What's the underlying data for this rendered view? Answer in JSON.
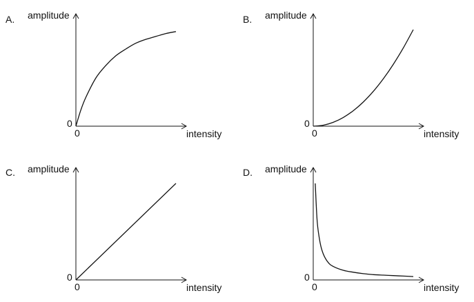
{
  "chart_data": [
    {
      "option": "A.",
      "type": "line",
      "ylabel": "amplitude",
      "xlabel": "intensity",
      "origin_x_label": "0",
      "origin_y_label": "0",
      "curve": "concave-increasing",
      "series": [
        {
          "x": [
            0,
            0.05,
            0.1,
            0.2,
            0.3,
            0.4,
            0.5,
            0.6,
            0.7,
            0.8,
            0.9,
            1.0
          ],
          "y": [
            0,
            0.17,
            0.3,
            0.5,
            0.63,
            0.73,
            0.8,
            0.86,
            0.9,
            0.93,
            0.96,
            0.98
          ]
        }
      ],
      "xlim": [
        0,
        1.1
      ],
      "ylim": [
        0,
        1.15
      ]
    },
    {
      "option": "B.",
      "type": "line",
      "ylabel": "amplitude",
      "xlabel": "intensity",
      "origin_x_label": "0",
      "origin_y_label": "0",
      "curve": "convex-increasing",
      "series": [
        {
          "x": [
            0,
            0.1,
            0.2,
            0.3,
            0.4,
            0.5,
            0.6,
            0.7,
            0.8,
            0.9,
            1.0
          ],
          "y": [
            0,
            0.01,
            0.04,
            0.09,
            0.16,
            0.25,
            0.36,
            0.49,
            0.64,
            0.81,
            1.0
          ]
        }
      ],
      "xlim": [
        0,
        1.1
      ],
      "ylim": [
        0,
        1.15
      ]
    },
    {
      "option": "C.",
      "type": "line",
      "ylabel": "amplitude",
      "xlabel": "intensity",
      "origin_x_label": "0",
      "origin_y_label": "0",
      "curve": "linear",
      "series": [
        {
          "x": [
            0,
            1.0
          ],
          "y": [
            0,
            1.0
          ]
        }
      ],
      "xlim": [
        0,
        1.1
      ],
      "ylim": [
        0,
        1.15
      ]
    },
    {
      "option": "D.",
      "type": "line",
      "ylabel": "amplitude",
      "xlabel": "intensity",
      "origin_x_label": "0",
      "origin_y_label": "0",
      "curve": "inverse-decreasing",
      "series": [
        {
          "x": [
            0.02,
            0.04,
            0.07,
            0.1,
            0.15,
            0.2,
            0.3,
            0.4,
            0.5,
            0.6,
            0.7,
            0.8,
            0.9,
            1.0
          ],
          "y": [
            1.0,
            0.6,
            0.38,
            0.27,
            0.18,
            0.14,
            0.1,
            0.08,
            0.065,
            0.055,
            0.05,
            0.045,
            0.04,
            0.035
          ]
        }
      ],
      "xlim": [
        0,
        1.1
      ],
      "ylim": [
        0,
        1.15
      ]
    }
  ]
}
